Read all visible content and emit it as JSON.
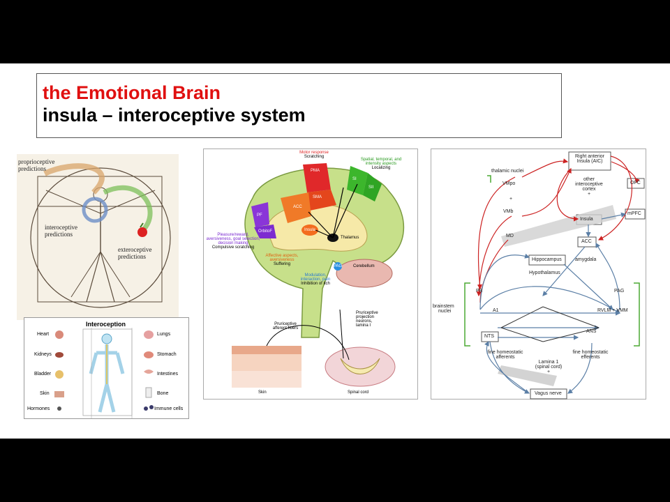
{
  "title": {
    "line1": "the Emotional Brain",
    "line2": "insula – interoceptive system"
  },
  "vitruvian": {
    "proprioceptive": [
      "proprioceptive",
      "predictions"
    ],
    "interoceptive": [
      "interoceptive",
      "predictions"
    ],
    "exteroceptive": [
      "exteroceptive",
      "predictions"
    ]
  },
  "interoception": {
    "heading": "Interoception",
    "left_organs": [
      "Heart",
      "Kidneys",
      "Bladder",
      "Skin",
      "Hormones"
    ],
    "right_organs": [
      "Lungs",
      "Stomach",
      "Intestines",
      "Bone",
      "Immune cells"
    ]
  },
  "brain": {
    "motor_response": [
      "Motor response",
      "Scratching"
    ],
    "spatial": [
      "Spatial, temporal, and",
      "intensity aspects",
      "Localizing"
    ],
    "pleasure": [
      "Pleasure/reward,",
      "aversiveness, goal selection,",
      "decision making",
      "Compulsive scratching"
    ],
    "affective": [
      "Affective aspects,",
      "aversiveness",
      "Suffering"
    ],
    "modulation": [
      "Modulation,",
      "interaction, pain",
      "Inhibition of itch"
    ],
    "pruriceptive_fibers": [
      "Pruriceptive",
      "afferent fibers"
    ],
    "pruriceptive_neurons": [
      "Pruriceptive",
      "projection",
      "neurons,",
      "lamina I"
    ],
    "regions": {
      "pma": "PMA",
      "sma": "SMA",
      "s1": "SI",
      "s2": "SII",
      "acc": "ACC",
      "pf": "PF",
      "orbitof": "OrbitoF",
      "insula": "Insula",
      "thalamus": "Thalamus",
      "pag": "PAG",
      "cerebellum": "Cerebellum"
    },
    "skin": "Skin",
    "spinal_cord": "Spinal cord"
  },
  "network": {
    "right_anterior_insula": [
      "Right anterior",
      "Insula (AIC)"
    ],
    "ofc": "OFC",
    "thalamic_nuclei": "thalamic nuclei",
    "vmpo": "VMpo",
    "other_cortex": [
      "other",
      "interoceptive",
      "cortex"
    ],
    "plus": "+",
    "vmb": "VMb",
    "insula": "Insula",
    "mpfc": "mPFC",
    "md": "MD",
    "acc": "ACC",
    "hippocampus": "Hippocampus",
    "amygdala": "amygdala",
    "hypothalamus": "Hypothalamus",
    "pb": "PB",
    "pag": "PAG",
    "brainstem": [
      "brainstem",
      "nuclei"
    ],
    "a1": "A1",
    "rvlm": "RVLM + VMM",
    "nts": "NTS",
    "ans": "ANS",
    "fine_afferents": [
      "fine homeostatic",
      "afferents"
    ],
    "fine_efferents": [
      "fine homeostatic",
      "efferents"
    ],
    "lamina": [
      "Lamina 1",
      "(spinal cord)"
    ],
    "vagus": "Vagus nerve"
  },
  "colors": {
    "title_red": "#e01010",
    "arrow_blue": "#5b7fa6",
    "arrow_red": "#cc2222",
    "bracket_green": "#4aa832"
  }
}
